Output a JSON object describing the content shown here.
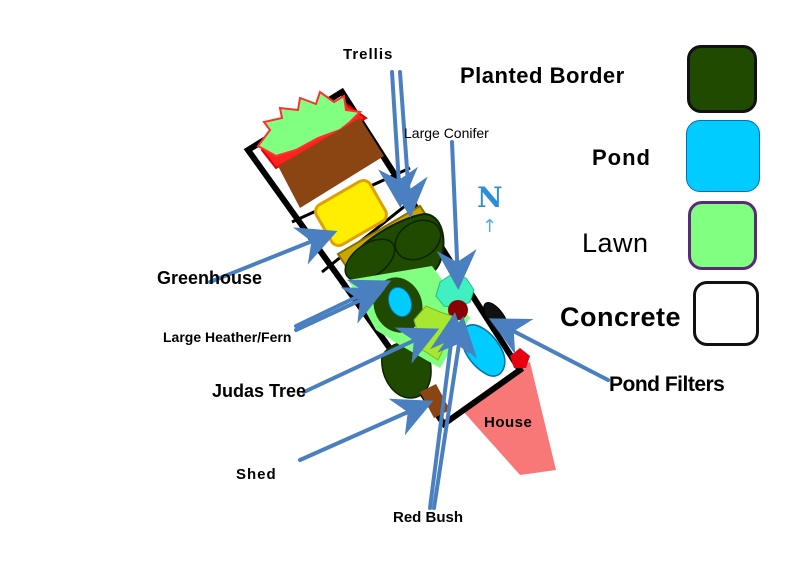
{
  "labels": {
    "trellis": "Trellis",
    "large_conifer": "Large Conifer",
    "greenhouse": "Greenhouse",
    "large_heather_fern": "Large Heather/Fern",
    "judas_tree": "Judas Tree",
    "shed": "Shed",
    "red_bush": "Red Bush",
    "pond_filters": "Pond Filters",
    "house": "House"
  },
  "compass": {
    "letter": "N",
    "arrow": "↑"
  },
  "legend": [
    {
      "label": "Planted Border",
      "color": "#1f4a00"
    },
    {
      "label": "Pond",
      "color": "#00ccff"
    },
    {
      "label": "Lawn",
      "color": "#80ff80"
    },
    {
      "label": "Concrete",
      "color": "#ffffff"
    }
  ],
  "colors": {
    "arrow": "#4a7fc0",
    "shed": "#8b4513",
    "greenhouse": "#ffee00",
    "house": "#f87878",
    "trellis": "#c8a800",
    "red_bush": "#8b0000",
    "heather_fern": "#a6e830",
    "conifer": "#40f0c0",
    "filter_red": "#e8000f",
    "hedge_red": "#ff2020"
  }
}
